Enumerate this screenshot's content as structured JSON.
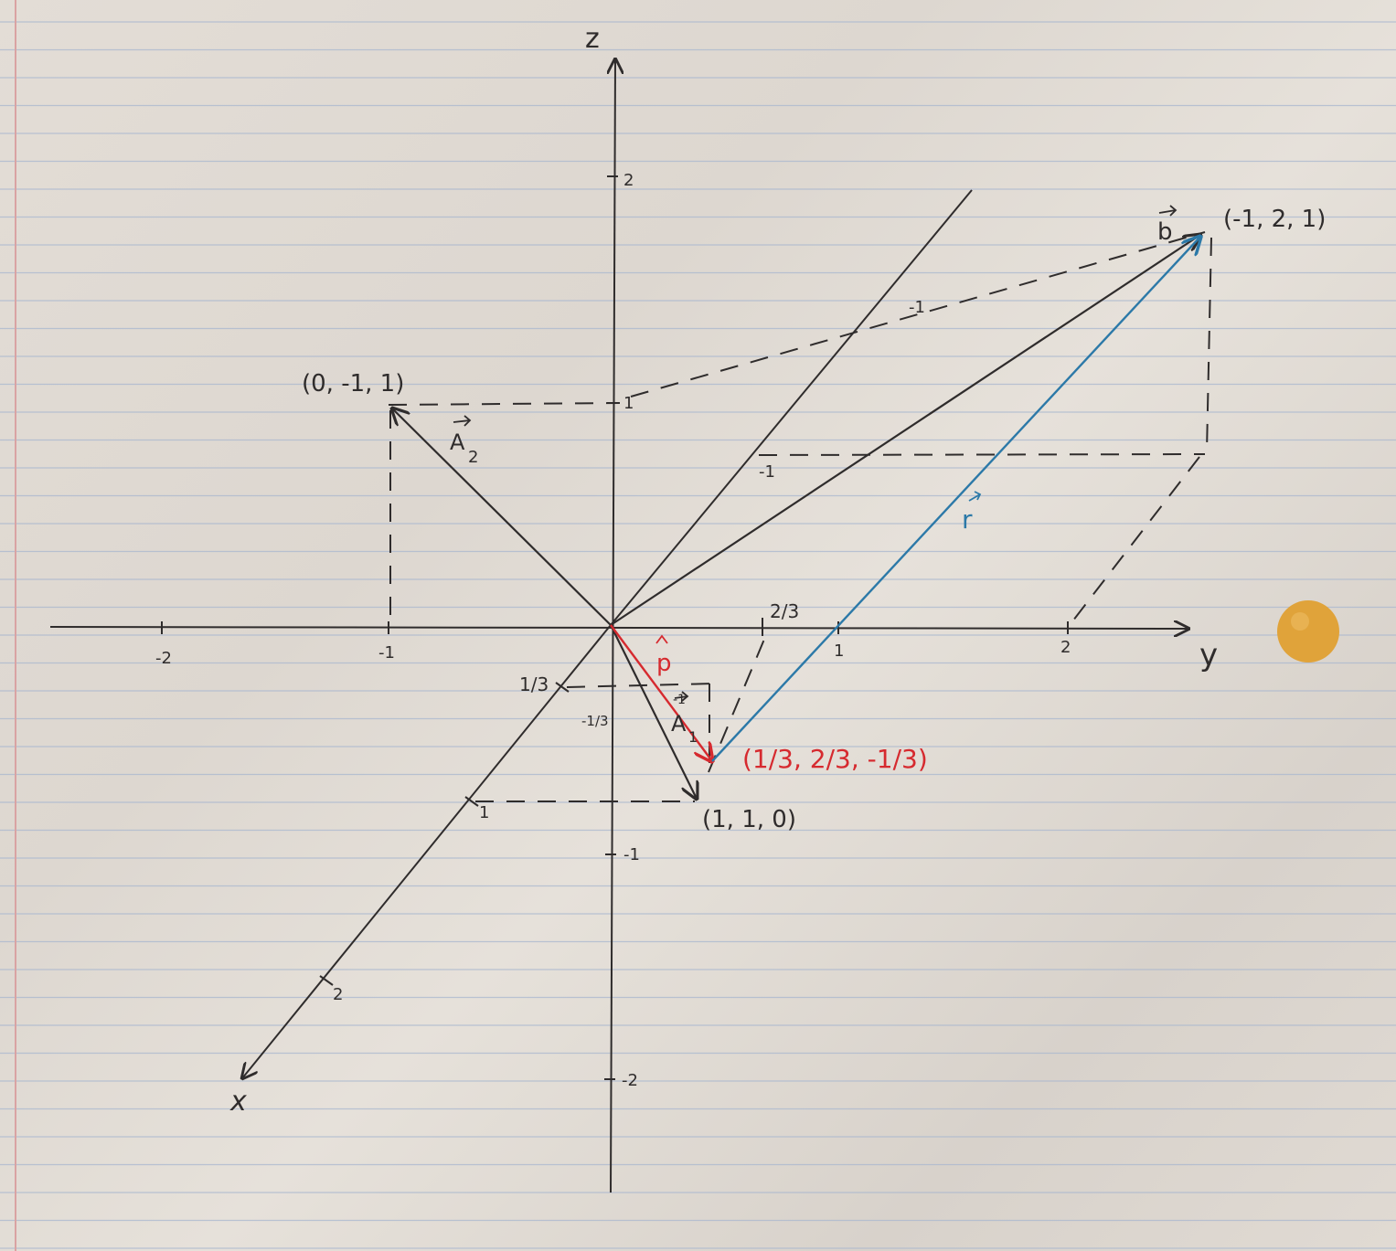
{
  "axes": {
    "z_label": "z",
    "y_label": "y",
    "x_label": "x"
  },
  "ticks": {
    "z_pos2": "2",
    "z_pos1": "1",
    "z_neg1": "-1",
    "z_neg2": "-2",
    "y_neg2": "-2",
    "y_neg1": "-1",
    "y_pos1": "1",
    "y_pos2": "2",
    "y_two_thirds": "2/3",
    "x_one_third": "1/3",
    "x_one": "1",
    "x_two": "2",
    "z_neg_one_third": "-1/3",
    "x_neg1_a": "-1",
    "x_neg1_b": "-1",
    "z_small_neg": "-1/3",
    "small_neg": "-1"
  },
  "points": {
    "a2_point": "(0, -1, 1)",
    "b_point": "(-1, 2, 1)",
    "a1_point": "(1, 1, 0)",
    "p_point": "(1/3, 2/3, -1/3)"
  },
  "vectors": {
    "a2_label": "A",
    "a2_sub": "2",
    "a1_label": "A",
    "a1_sub": "1",
    "b_label": "b",
    "p_label": "p",
    "r_label": "r"
  },
  "colors": {
    "ink": "#2f2c2c",
    "red": "#d62a2f",
    "blue": "#2c79a8",
    "rule_lines": "#a9b7cf",
    "margin_line": "#d9a3a3",
    "sticker": "#e0a33a"
  }
}
